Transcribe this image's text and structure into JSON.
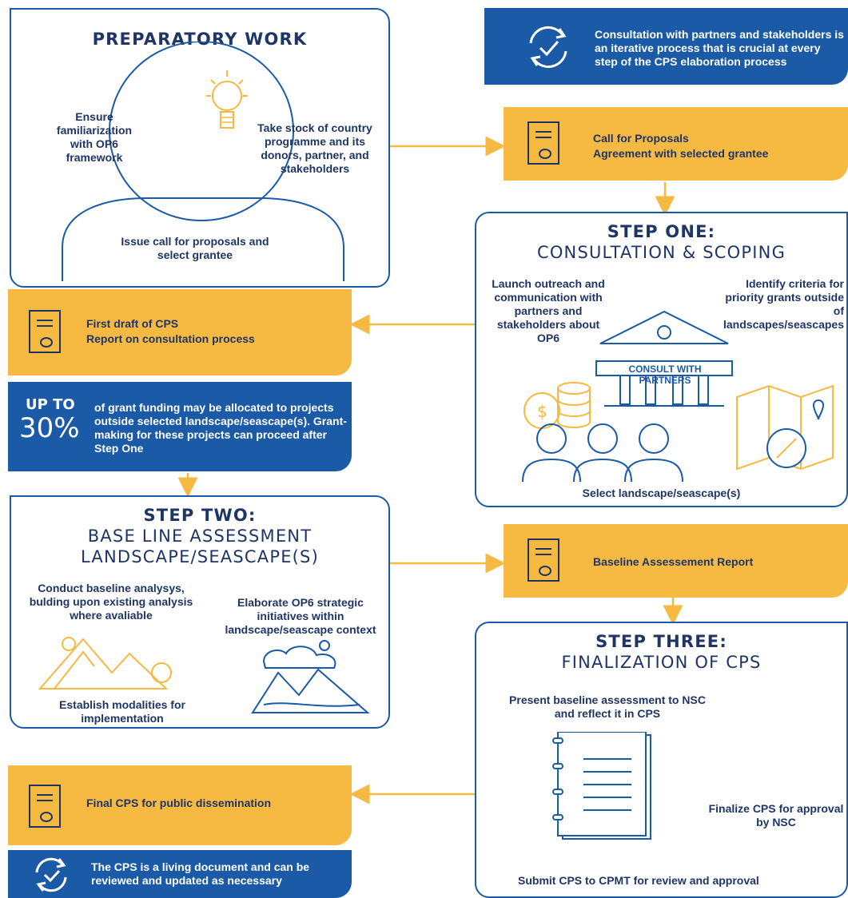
{
  "preparatory": {
    "title": "PREPARATORY WORK",
    "ensure": "Ensure familiarization with OP6 framework",
    "take_stock": "Take stock of country programme and its donors, partner, and stakeholders",
    "issue_call": "Issue call for proposals and select grantee"
  },
  "consultation_note": "Consultation with partners and stakeholders is an iterative process that is crucial at every step of the CPS elaboration process",
  "call_box": {
    "line1": "Call for Proposals",
    "line2": "Agreement with selected grantee"
  },
  "step_one": {
    "title_line1": "STEP ONE:",
    "title_line2": "CONSULTATION & SCOPING",
    "launch": "Launch outreach and communication with partners and stakeholders about OP6",
    "identify": "Identify criteria for priority grants outside of landscapes/seascapes",
    "consult_label": "CONSULT WITH PARTNERS",
    "select": "Select landscape/seascape(s)"
  },
  "first_draft": {
    "line1": "First draft of CPS",
    "line2": "Report on consultation process"
  },
  "upto": {
    "label": "UP TO",
    "percent": "30%",
    "text": "of grant funding may be allocated to projects outside selected landscape/seascape(s). Grant-making for these projects can proceed after Step One"
  },
  "step_two": {
    "title_line1": "STEP TWO:",
    "title_line2": "BASE LINE ASSESSMENT",
    "title_line3": "LANDSCAPE/SEASCAPE(S)",
    "conduct": "Conduct baseline analysys, bulding upon existing analysis where avaliable",
    "elaborate": "Elaborate OP6 strategic initiatives within landscape/seascape context",
    "establish": "Establish modalities for implementation"
  },
  "baseline_box": {
    "line1": "Baseline Assessement Report"
  },
  "step_three": {
    "title_line1": "STEP THREE:",
    "title_line2": "FINALIZATION OF CPS",
    "present": "Present baseline assessment to NSC and reflect it in CPS",
    "finalize": "Finalize CPS for approval by NSC",
    "submit": "Submit CPS to CPMT for review and approval"
  },
  "final_box": {
    "line1": "Final CPS for public dissemination"
  },
  "living_note": "The CPS is a living document and can be reviewed and updated as necessary",
  "colors": {
    "blue": "#1a5aa6",
    "yellow": "#f6b941",
    "text": "#1f3566"
  },
  "icons": [
    "refresh-check-icon",
    "certificate-icon",
    "lightbulb-icon",
    "building-icon",
    "coins-icon",
    "people-icon",
    "map-icon",
    "compass-icon",
    "mountain-icon",
    "notebook-icon"
  ]
}
